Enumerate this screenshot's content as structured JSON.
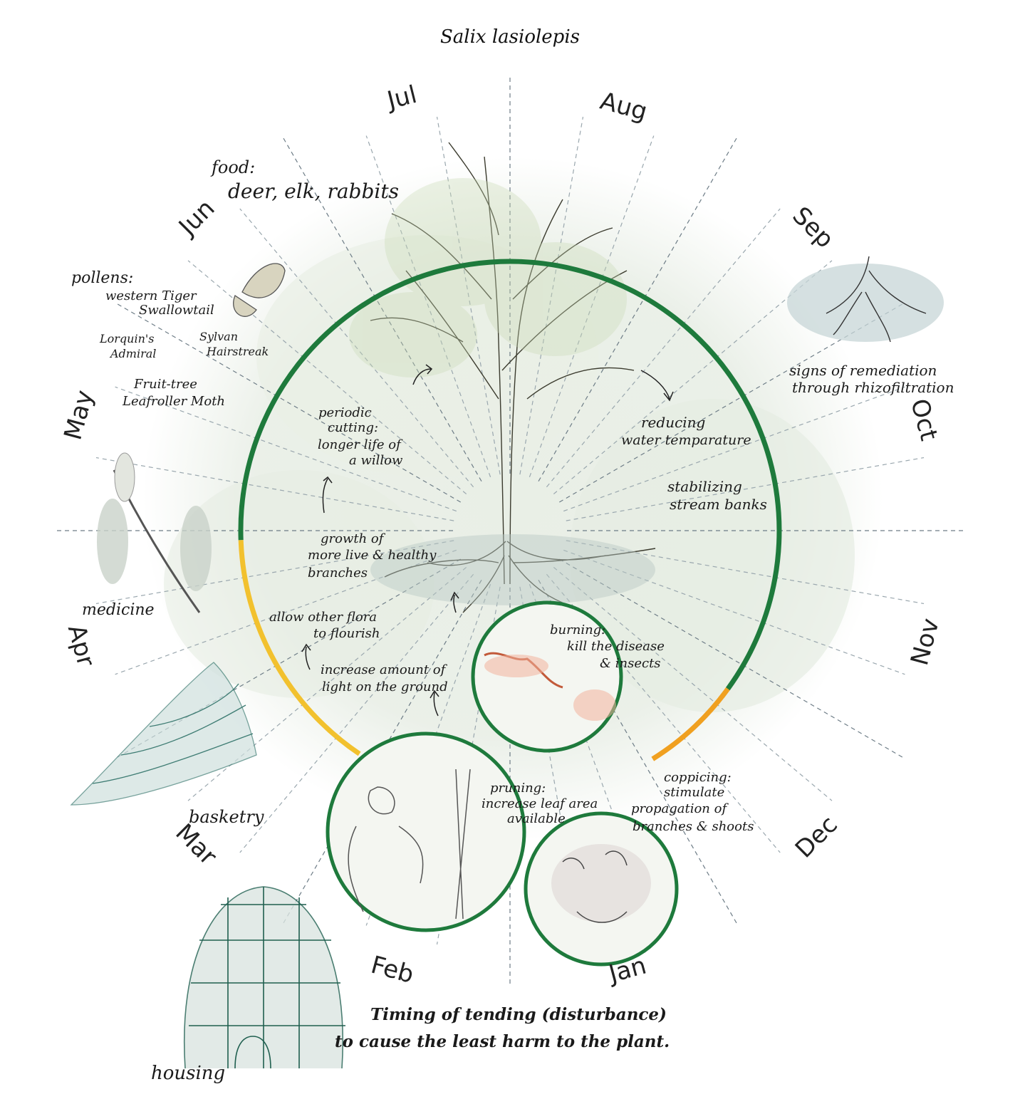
{
  "title": "Salix lasiolepis",
  "months": [
    {
      "label": "Jul"
    },
    {
      "label": "Aug"
    },
    {
      "label": "Sep"
    },
    {
      "label": "Oct"
    },
    {
      "label": "Nov"
    },
    {
      "label": "Dec"
    },
    {
      "label": "Jan"
    },
    {
      "label": "Feb"
    },
    {
      "label": "Mar"
    },
    {
      "label": "Apr"
    },
    {
      "label": "May"
    },
    {
      "label": "Jun"
    }
  ],
  "annotations": {
    "food": {
      "line1": "food:",
      "line2": "deer, elk, rabbits"
    },
    "pollens": {
      "heading": "pollens:",
      "species1_line1": "western Tiger",
      "species1_line2": "Swallowtail",
      "species2_line1": "Lorquin's",
      "species2_line2": "Admiral",
      "species3_line1": "Sylvan",
      "species3_line2": "Hairstreak",
      "species4_line1": "Fruit-tree",
      "species4_line2": "Leafroller Moth"
    },
    "medicine": "medicine",
    "basketry": "basketry",
    "housing": "housing",
    "remediation": {
      "line1": "signs of remediation",
      "line2": "through rhizofiltration"
    },
    "reducing": {
      "line1": "reducing",
      "line2": "water temparature"
    },
    "stabilizing": {
      "line1": "stabilizing",
      "line2": "stream banks"
    },
    "periodic": {
      "line1": "periodic",
      "line2": "cutting:",
      "line3": "longer life of",
      "line4": "a willow"
    },
    "growth": {
      "line1": "growth of",
      "line2": "more live & healthy",
      "line3": "branches"
    },
    "allow": {
      "line1": "allow other flora",
      "line2": "to flourish"
    },
    "increase": {
      "line1": "increase amount of",
      "line2": "light on the ground"
    },
    "burning": {
      "line1": "burning:",
      "line2": "kill the disease",
      "line3": "& insects"
    },
    "pruning": {
      "line1": "pruning:",
      "line2": "increase leaf area",
      "line3": "available"
    },
    "coppicing": {
      "line1": "coppicing:",
      "line2": "stimulate",
      "line3": "propagation of",
      "line4": "branches & shoots"
    },
    "timing": {
      "line1": "Timing of tending (disturbance)",
      "line2": "to cause the least harm to the plant."
    }
  },
  "colors": {
    "ring_green": "#1e7a3c",
    "ring_yellow": "#f2c12e",
    "ring_orange": "#f0a020",
    "wash": "#dfe8dc"
  }
}
